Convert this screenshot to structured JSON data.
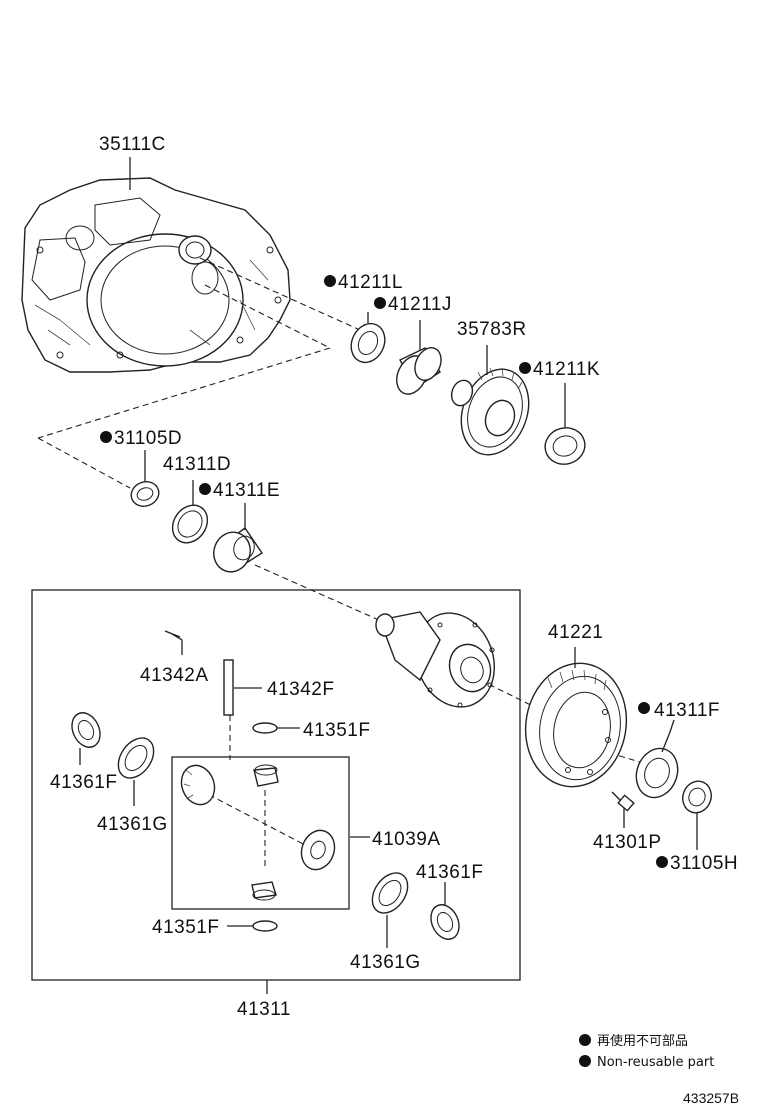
{
  "labels": {
    "p35111C": "35111C",
    "p41211L": "41211L",
    "p41211J": "41211J",
    "p35783R": "35783R",
    "p41211K": "41211K",
    "p31105D": "31105D",
    "p41311D": "41311D",
    "p41311E": "41311E",
    "p41221": "41221",
    "p41342A": "41342A",
    "p41342F": "41342F",
    "p41351F_top": "41351F",
    "p41361F_left": "41361F",
    "p41361G_left": "41361G",
    "p41311F": "41311F",
    "p41039A": "41039A",
    "p41301P": "41301P",
    "p31105H": "31105H",
    "p41361F_right": "41361F",
    "p41351F_bottom": "41351F",
    "p41361G_right": "41361G",
    "p41311": "41311"
  },
  "legend": {
    "jp": "再使用不可部品",
    "en": "Non-reusable part"
  },
  "drawing_number": "433257B"
}
